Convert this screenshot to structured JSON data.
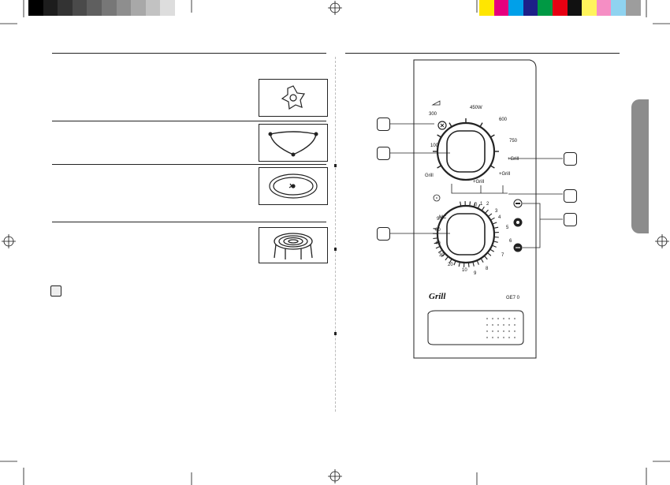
{
  "printer_marks": {
    "grayscale_swatches": [
      "#000000",
      "#1d1d1d",
      "#333333",
      "#4a4a4a",
      "#5f5f5f",
      "#777777",
      "#8e8e8e",
      "#a8a8a8",
      "#c2c2c2",
      "#dddddd"
    ],
    "color_swatches": [
      "#ffe600",
      "#e6007e",
      "#00a0e9",
      "#1d2088",
      "#009944",
      "#e60012",
      "#111111",
      "#fff45c",
      "#f58ec4",
      "#8fd3f0",
      "#9d9d9d"
    ]
  },
  "control_panel": {
    "power_labels": [
      "300",
      "450W",
      "600",
      "750",
      "100",
      "Grill"
    ],
    "power_tick_labels": [
      "+Grill",
      "+Grill",
      "+Grill"
    ],
    "time_labels": [
      "1",
      "2",
      "3",
      "4",
      "5",
      "6",
      "7",
      "8",
      "9",
      "10",
      "20",
      "30",
      "40",
      "60",
      "90",
      "0",
      "MC"
    ],
    "grill_text": "Grill",
    "model_text": "GE7 0"
  }
}
